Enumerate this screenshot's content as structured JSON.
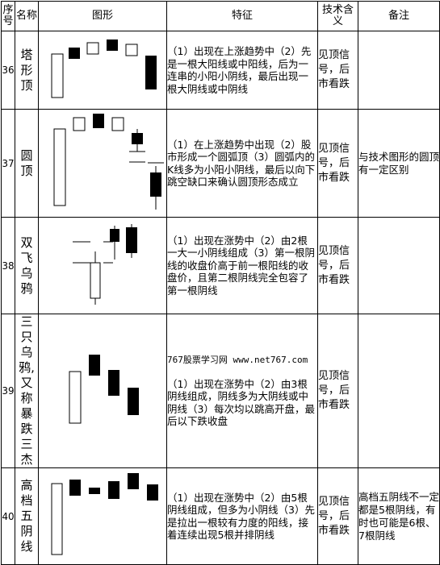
{
  "headers": {
    "no": "序号",
    "name": "名称",
    "shape": "图形",
    "feature": "特征",
    "meaning": "技术含义",
    "note": "备注"
  },
  "watermark": "767股票学习网 www.net767.com",
  "rows": [
    {
      "no": "36",
      "name": "塔形顶",
      "feature": "（1）出现在上涨趋势中（2）先是一根大阳线或中阳线，后为一连串的小阳小阴线，最后出现一根大阴线或中阴线",
      "meaning": "见顶信号，后市看跌",
      "note": ""
    },
    {
      "no": "37",
      "name": "圆顶",
      "feature": "（1）在上涨趋势中出现（2）股市形成一个圆弧顶（3）圆弧内的K线多为小阳小阴线，最后以向下跳空缺口来确认圆顶形态成立",
      "meaning": "见顶信号，后市看跌",
      "note": "与技术图形的圆顶有一定区别"
    },
    {
      "no": "38",
      "name": "双飞乌鸦",
      "feature": "（1）出现在涨势中（2）由2根一大一小阴线组成（3）第一根阴线的收盘价高于前一根阳线的收盘价，且第二根阴线完全包容了第一根阴线",
      "meaning": "见顶信号，后市看跌",
      "note": ""
    },
    {
      "no": "39",
      "name": "三只乌鸦,又称暴跌三杰",
      "feature": "（1）出现在涨势中（2）由3根阴线组成，阴线多为大阴线或中阴线（3）每次均以跳高开盘，最后以下跌收盘",
      "meaning": "见顶信号，后市看跌",
      "note": ""
    },
    {
      "no": "40",
      "name": "高档五阴线",
      "feature": "（1）出现在涨势中（2）由5根阴线组成，但多为小阴线（3）先是拉出一根较有力度的阳线，接着连续出现5根并排阴线",
      "meaning": "见顶信号，后市看跌",
      "note": "高档五阴线不一定都是5根阴线，有时也可能是6根、7根阴线"
    }
  ]
}
